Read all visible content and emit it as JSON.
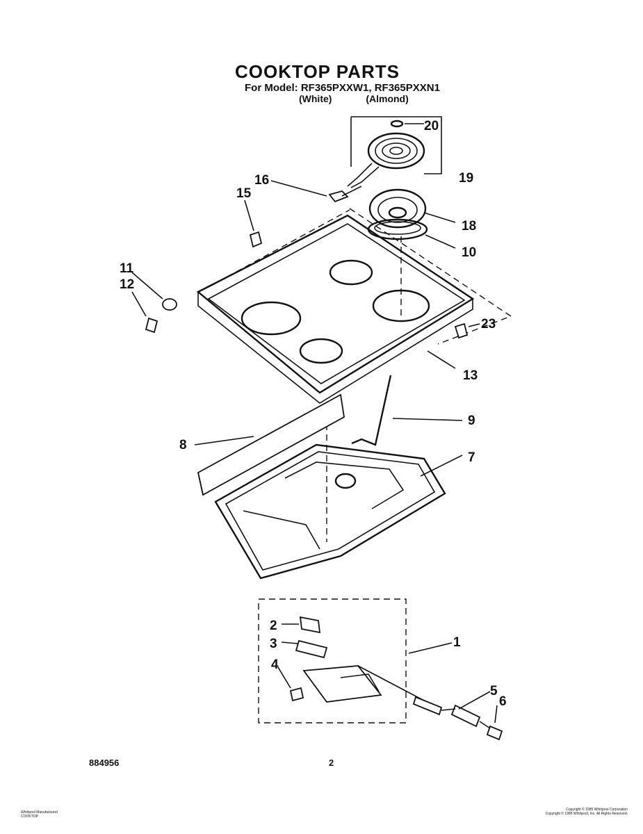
{
  "header": {
    "title": "COOKTOP PARTS",
    "model_line": "For Model: RF365PXXW1, RF365PXXN1",
    "color_white": "(White)",
    "color_almond": "(Almond)"
  },
  "callouts": [
    "20",
    "19",
    "16",
    "15",
    "18",
    "10",
    "11",
    "12",
    "23",
    "13",
    "9",
    "8",
    "7",
    "1",
    "2",
    "3",
    "4",
    "5",
    "6"
  ],
  "footer": {
    "doc_number": "884956",
    "page_number": "2",
    "left_line1": "Whirlpool Manufactured",
    "left_line2": "COOKTOP",
    "right_line1": "Copyright © 1985 Whirlpool Corporation",
    "right_line2": "Copyright © 1985 Whirlpool, Inc. All Rights Reserved."
  }
}
